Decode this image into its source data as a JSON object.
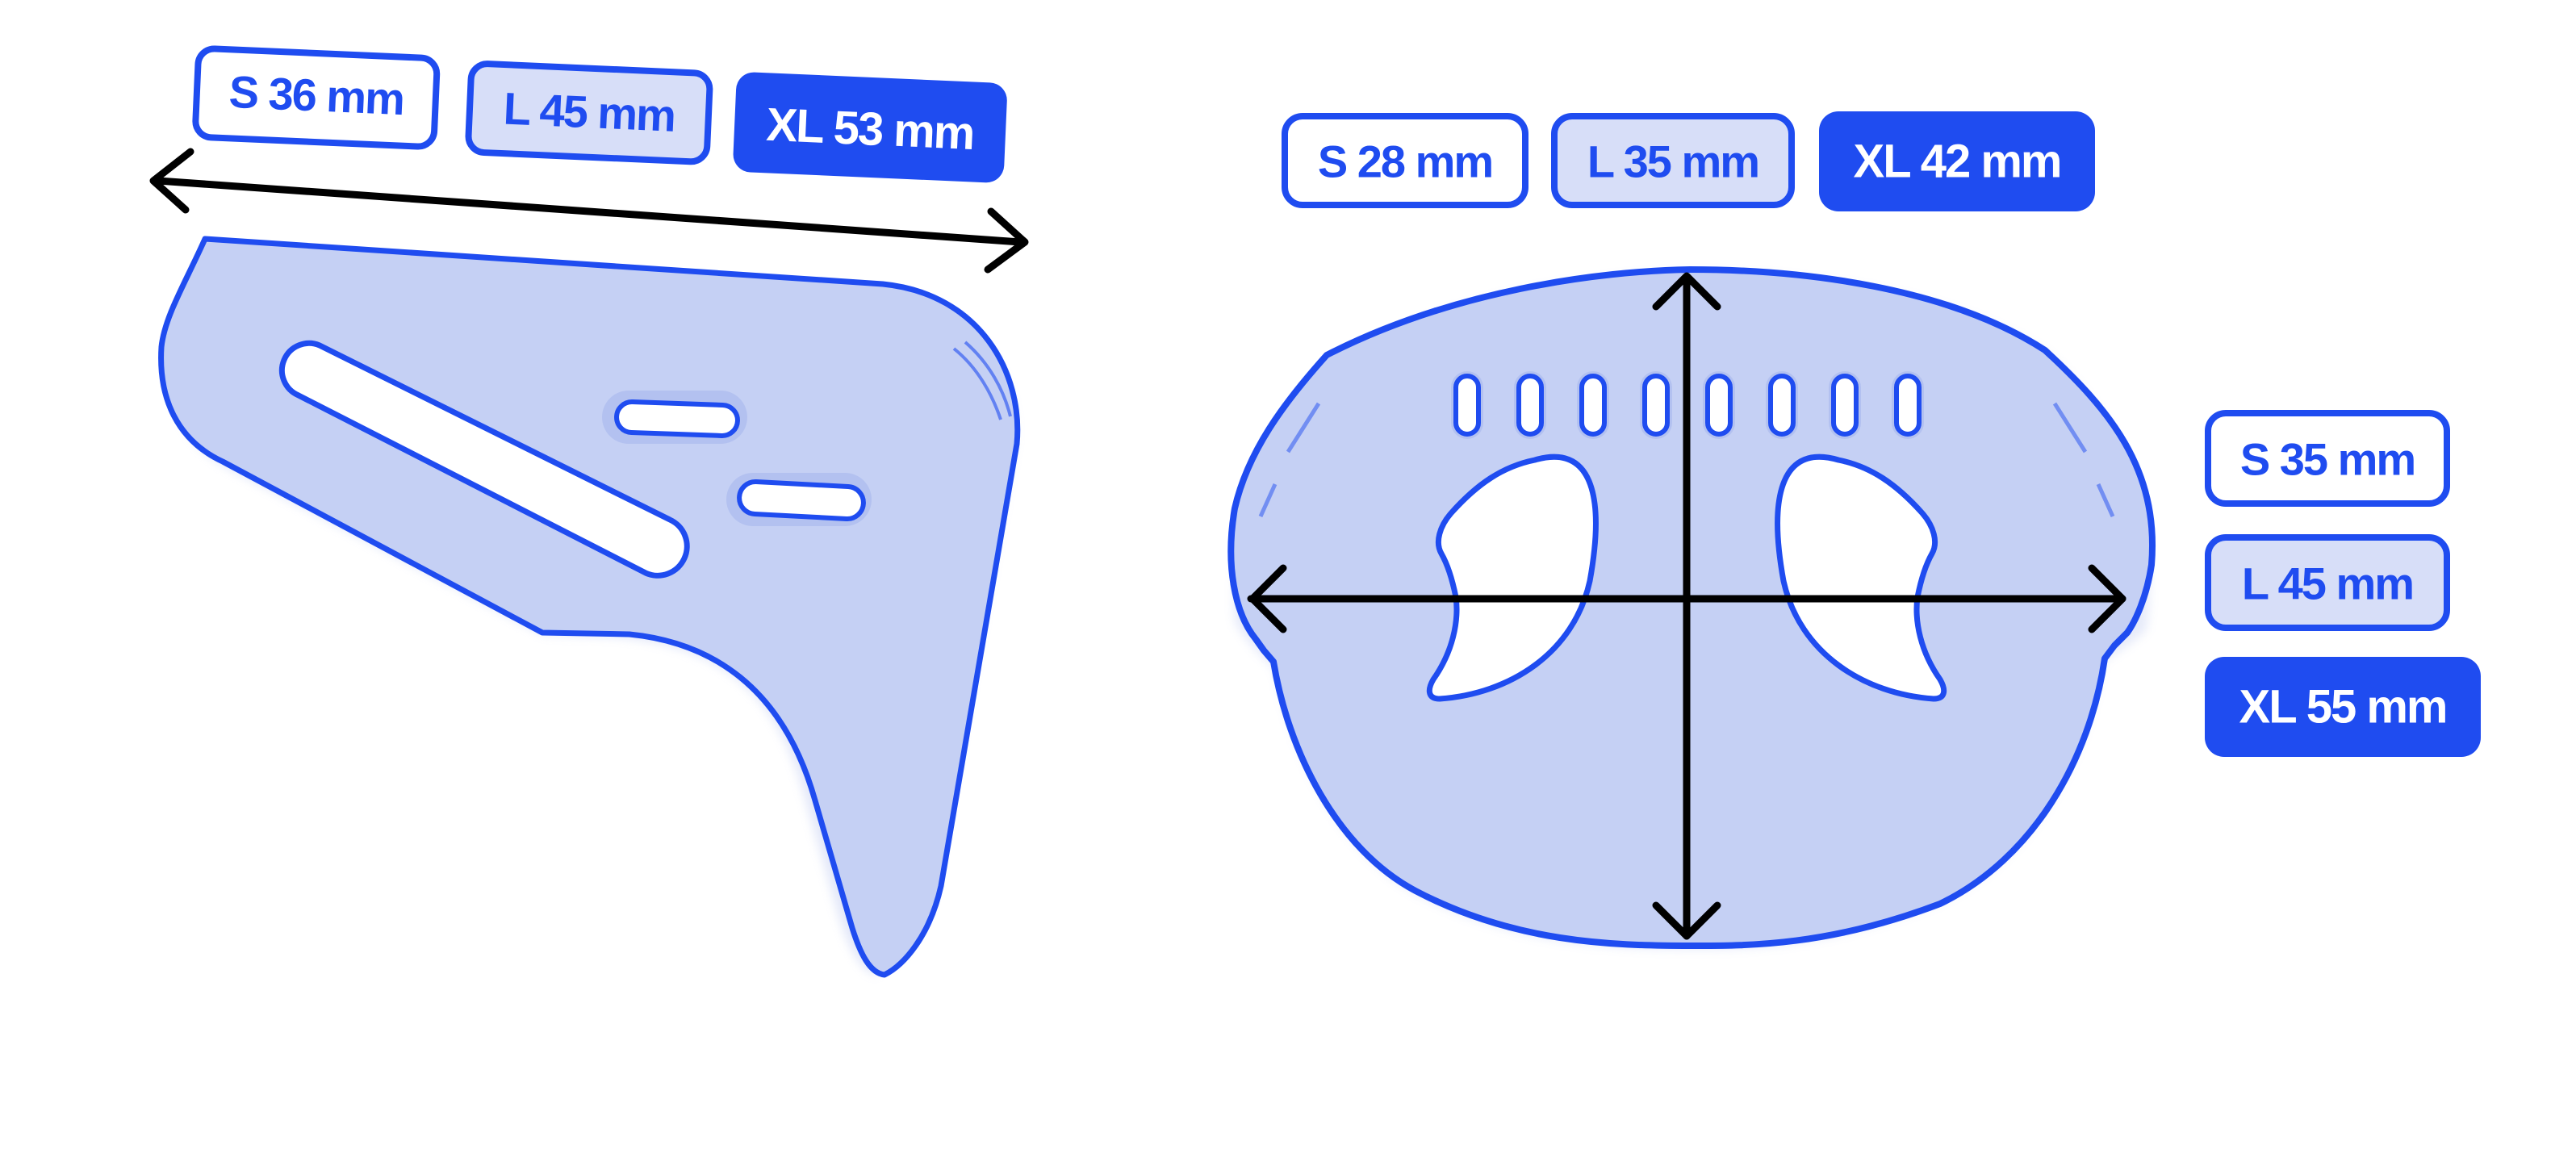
{
  "colors": {
    "accent": "#1f4cf0",
    "fill_light": "#c5d0f4",
    "label_light_bg": "#d7def8",
    "arrow": "#000000",
    "background": "#ffffff"
  },
  "left_part": {
    "dimension": "width",
    "sizes": [
      {
        "size": "S",
        "value": 36,
        "unit": "mm",
        "text": "S 36 mm",
        "style": "outline"
      },
      {
        "size": "L",
        "value": 45,
        "unit": "mm",
        "text": "L 45 mm",
        "style": "light"
      },
      {
        "size": "XL",
        "value": 53,
        "unit": "mm",
        "text": "XL 53 mm",
        "style": "solid"
      }
    ]
  },
  "right_part": {
    "horizontal_sizes": [
      {
        "size": "S",
        "value": 28,
        "unit": "mm",
        "text": "S 28 mm",
        "style": "outline"
      },
      {
        "size": "L",
        "value": 35,
        "unit": "mm",
        "text": "L 35 mm",
        "style": "light"
      },
      {
        "size": "XL",
        "value": 42,
        "unit": "mm",
        "text": "XL 42 mm",
        "style": "solid"
      }
    ],
    "vertical_sizes": [
      {
        "size": "S",
        "value": 35,
        "unit": "mm",
        "text": "S 35 mm",
        "style": "outline"
      },
      {
        "size": "L",
        "value": 45,
        "unit": "mm",
        "text": "L 45 mm",
        "style": "light"
      },
      {
        "size": "XL",
        "value": 55,
        "unit": "mm",
        "text": "XL 55 mm",
        "style": "solid"
      }
    ],
    "vent_slot_count": 8
  }
}
